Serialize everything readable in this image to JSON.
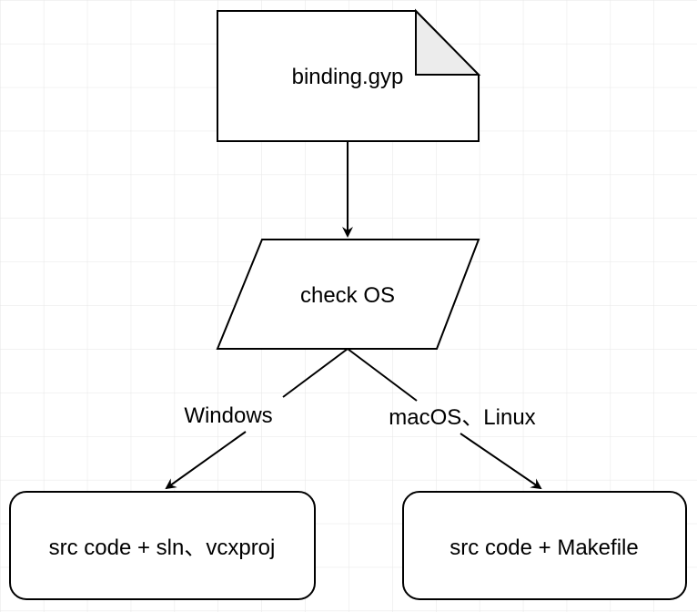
{
  "colors": {
    "background": "#ffffff",
    "grid": "#e6e6e6",
    "stroke": "#000000",
    "doc_fold": "#ececec",
    "text": "#000000"
  },
  "nodes": {
    "doc": {
      "label": "binding.gyp"
    },
    "check": {
      "label": "check OS"
    },
    "windows_result": {
      "label": "src code + sln、vcxproj"
    },
    "unix_result": {
      "label": "src code + Makefile"
    }
  },
  "edges": {
    "windows": {
      "label": "Windows"
    },
    "unix": {
      "label": "macOS、Linux"
    }
  }
}
